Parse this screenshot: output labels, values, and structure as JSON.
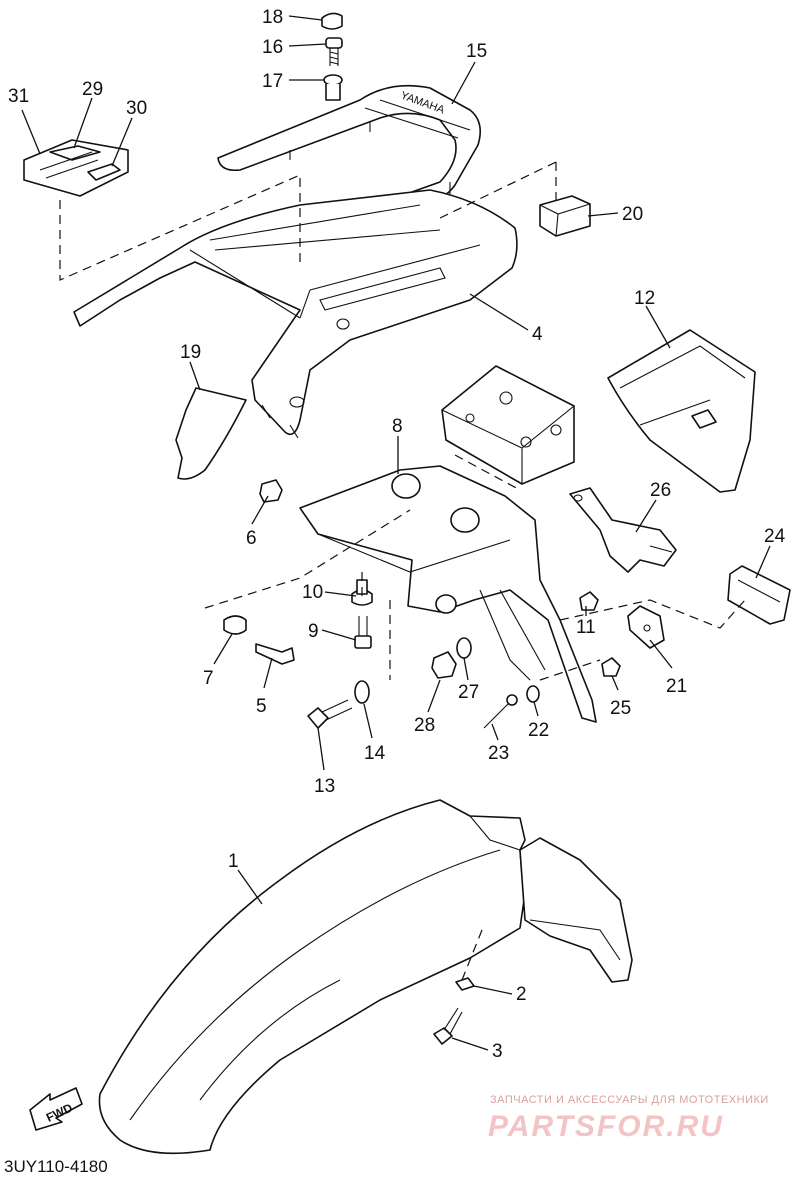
{
  "diagram": {
    "callouts": [
      {
        "label": "18"
      },
      {
        "label": "16"
      },
      {
        "label": "17"
      },
      {
        "label": "15"
      },
      {
        "label": "31"
      },
      {
        "label": "29"
      },
      {
        "label": "30"
      },
      {
        "label": "20"
      },
      {
        "label": "4"
      },
      {
        "label": "12"
      },
      {
        "label": "19"
      },
      {
        "label": "8"
      },
      {
        "label": "26"
      },
      {
        "label": "6"
      },
      {
        "label": "24"
      },
      {
        "label": "10"
      },
      {
        "label": "11"
      },
      {
        "label": "9"
      },
      {
        "label": "21"
      },
      {
        "label": "7"
      },
      {
        "label": "27"
      },
      {
        "label": "5"
      },
      {
        "label": "25"
      },
      {
        "label": "28"
      },
      {
        "label": "22"
      },
      {
        "label": "14"
      },
      {
        "label": "23"
      },
      {
        "label": "13"
      },
      {
        "label": "1"
      },
      {
        "label": "2"
      },
      {
        "label": "3"
      }
    ],
    "fwd_label": "FWD",
    "diagram_code": "3UY110-4180"
  },
  "watermark": {
    "line1": "ЗАПЧАСТИ И АКСЕССУАРЫ ДЛЯ МОТОТЕХНИКИ",
    "line2": "PARTSFOR.RU",
    "color": "#e8a0a0"
  }
}
